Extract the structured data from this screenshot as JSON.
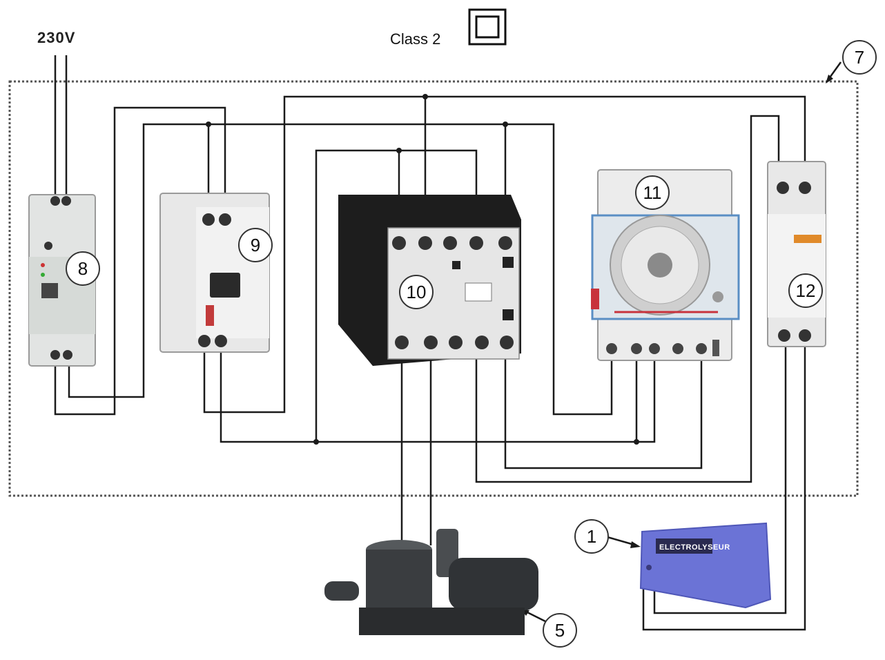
{
  "supply_label": "230V",
  "class_label": "Class 2",
  "enclosure_number": "7",
  "components": [
    {
      "key": "power_supply",
      "number": "8"
    },
    {
      "key": "breaker",
      "number": "9"
    },
    {
      "key": "contactor",
      "number": "10"
    },
    {
      "key": "timer",
      "number": "11"
    },
    {
      "key": "relay",
      "number": "12"
    },
    {
      "key": "electrolyser",
      "number": "1",
      "text": "ELECTROLYSEUR"
    },
    {
      "key": "pump",
      "number": "5"
    }
  ],
  "colors": {
    "wire": "#1a1a1a",
    "enclosure_border": "#555555",
    "device_body": "#e6e6e6",
    "contactor_body": "#1d1d1d",
    "electrolyser": "#6b73d6",
    "pump": "#3a3d40",
    "timer_accent": "#c8323c"
  }
}
